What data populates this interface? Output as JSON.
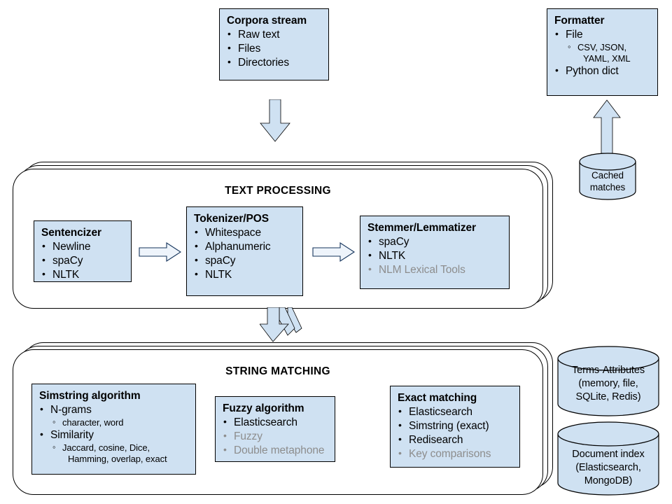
{
  "diagram": {
    "title": "Text processing and string matching pipeline",
    "colors": {
      "box_fill": "#cfe1f2",
      "box_stroke": "#000000",
      "arrow_fill": "#cfe1f2",
      "dim_text": "#8d8d8d",
      "background": "#ffffff"
    }
  },
  "corpora_stream": {
    "title": "Corpora stream",
    "items": [
      {
        "text": "Raw text",
        "level": 1,
        "dim": false
      },
      {
        "text": "Files",
        "level": 1,
        "dim": false
      },
      {
        "text": "Directories",
        "level": 1,
        "dim": false
      }
    ]
  },
  "formatter": {
    "title": "Formatter",
    "items": [
      {
        "text": "File",
        "level": 1,
        "dim": false
      },
      {
        "text": "CSV, JSON,",
        "level": 2,
        "dim": false
      },
      {
        "text": "YAML, XML",
        "level": 2,
        "dim": false,
        "continuation": true
      },
      {
        "text": "Python dict",
        "level": 1,
        "dim": false
      }
    ]
  },
  "text_processing": {
    "title": "TEXT PROCESSING",
    "stages": [
      {
        "title": "Sentencizer",
        "items": [
          {
            "text": "Newline",
            "level": 1,
            "dim": false
          },
          {
            "text": "spaCy",
            "level": 1,
            "dim": false
          },
          {
            "text": "NLTK",
            "level": 1,
            "dim": false
          }
        ]
      },
      {
        "title": "Tokenizer/POS",
        "items": [
          {
            "text": "Whitespace",
            "level": 1,
            "dim": false
          },
          {
            "text": "Alphanumeric",
            "level": 1,
            "dim": false
          },
          {
            "text": "spaCy",
            "level": 1,
            "dim": false
          },
          {
            "text": "NLTK",
            "level": 1,
            "dim": false
          }
        ]
      },
      {
        "title": "Stemmer/Lemmatizer",
        "items": [
          {
            "text": "spaCy",
            "level": 1,
            "dim": false
          },
          {
            "text": "NLTK",
            "level": 1,
            "dim": false
          },
          {
            "text": "NLM Lexical Tools",
            "level": 1,
            "dim": true
          }
        ]
      }
    ]
  },
  "string_matching": {
    "title": "STRING MATCHING",
    "stages": [
      {
        "title": "Simstring algorithm",
        "items": [
          {
            "text": "N-grams",
            "level": 1,
            "dim": false
          },
          {
            "text": "character, word",
            "level": 2,
            "dim": false
          },
          {
            "text": "Similarity",
            "level": 1,
            "dim": false
          },
          {
            "text": "Jaccard, cosine, Dice,",
            "level": 2,
            "dim": false
          },
          {
            "text": "Hamming, overlap, exact",
            "level": 2,
            "dim": false,
            "continuation": true
          }
        ]
      },
      {
        "title": "Fuzzy algorithm",
        "items": [
          {
            "text": "Elasticsearch",
            "level": 1,
            "dim": false
          },
          {
            "text": "Fuzzy",
            "level": 1,
            "dim": true
          },
          {
            "text": "Double metaphone",
            "level": 1,
            "dim": true
          }
        ]
      },
      {
        "title": "Exact matching",
        "items": [
          {
            "text": "Elasticsearch",
            "level": 1,
            "dim": false
          },
          {
            "text": "Simstring (exact)",
            "level": 1,
            "dim": false
          },
          {
            "text": "Redisearch",
            "level": 1,
            "dim": false
          },
          {
            "text": "Key comparisons",
            "level": 1,
            "dim": true
          }
        ]
      }
    ]
  },
  "datastores": {
    "cached_matches": {
      "lines": [
        "Cached",
        "matches"
      ]
    },
    "terms_attributes": {
      "lines": [
        "Terms-Attributes",
        "(memory, file,",
        "SQLite, Redis)"
      ]
    },
    "document_index": {
      "lines": [
        "Document index",
        "(Elasticsearch,",
        "MongoDB)"
      ]
    }
  },
  "arrows": {
    "corpora_to_text_processing": "down-arrow",
    "text_processing_to_string_matching": "triple-down-arrow",
    "cached_to_formatter": "up-arrow",
    "sentencizer_to_tokenizer": "right-outline-arrow",
    "tokenizer_to_stemmer": "right-outline-arrow"
  }
}
